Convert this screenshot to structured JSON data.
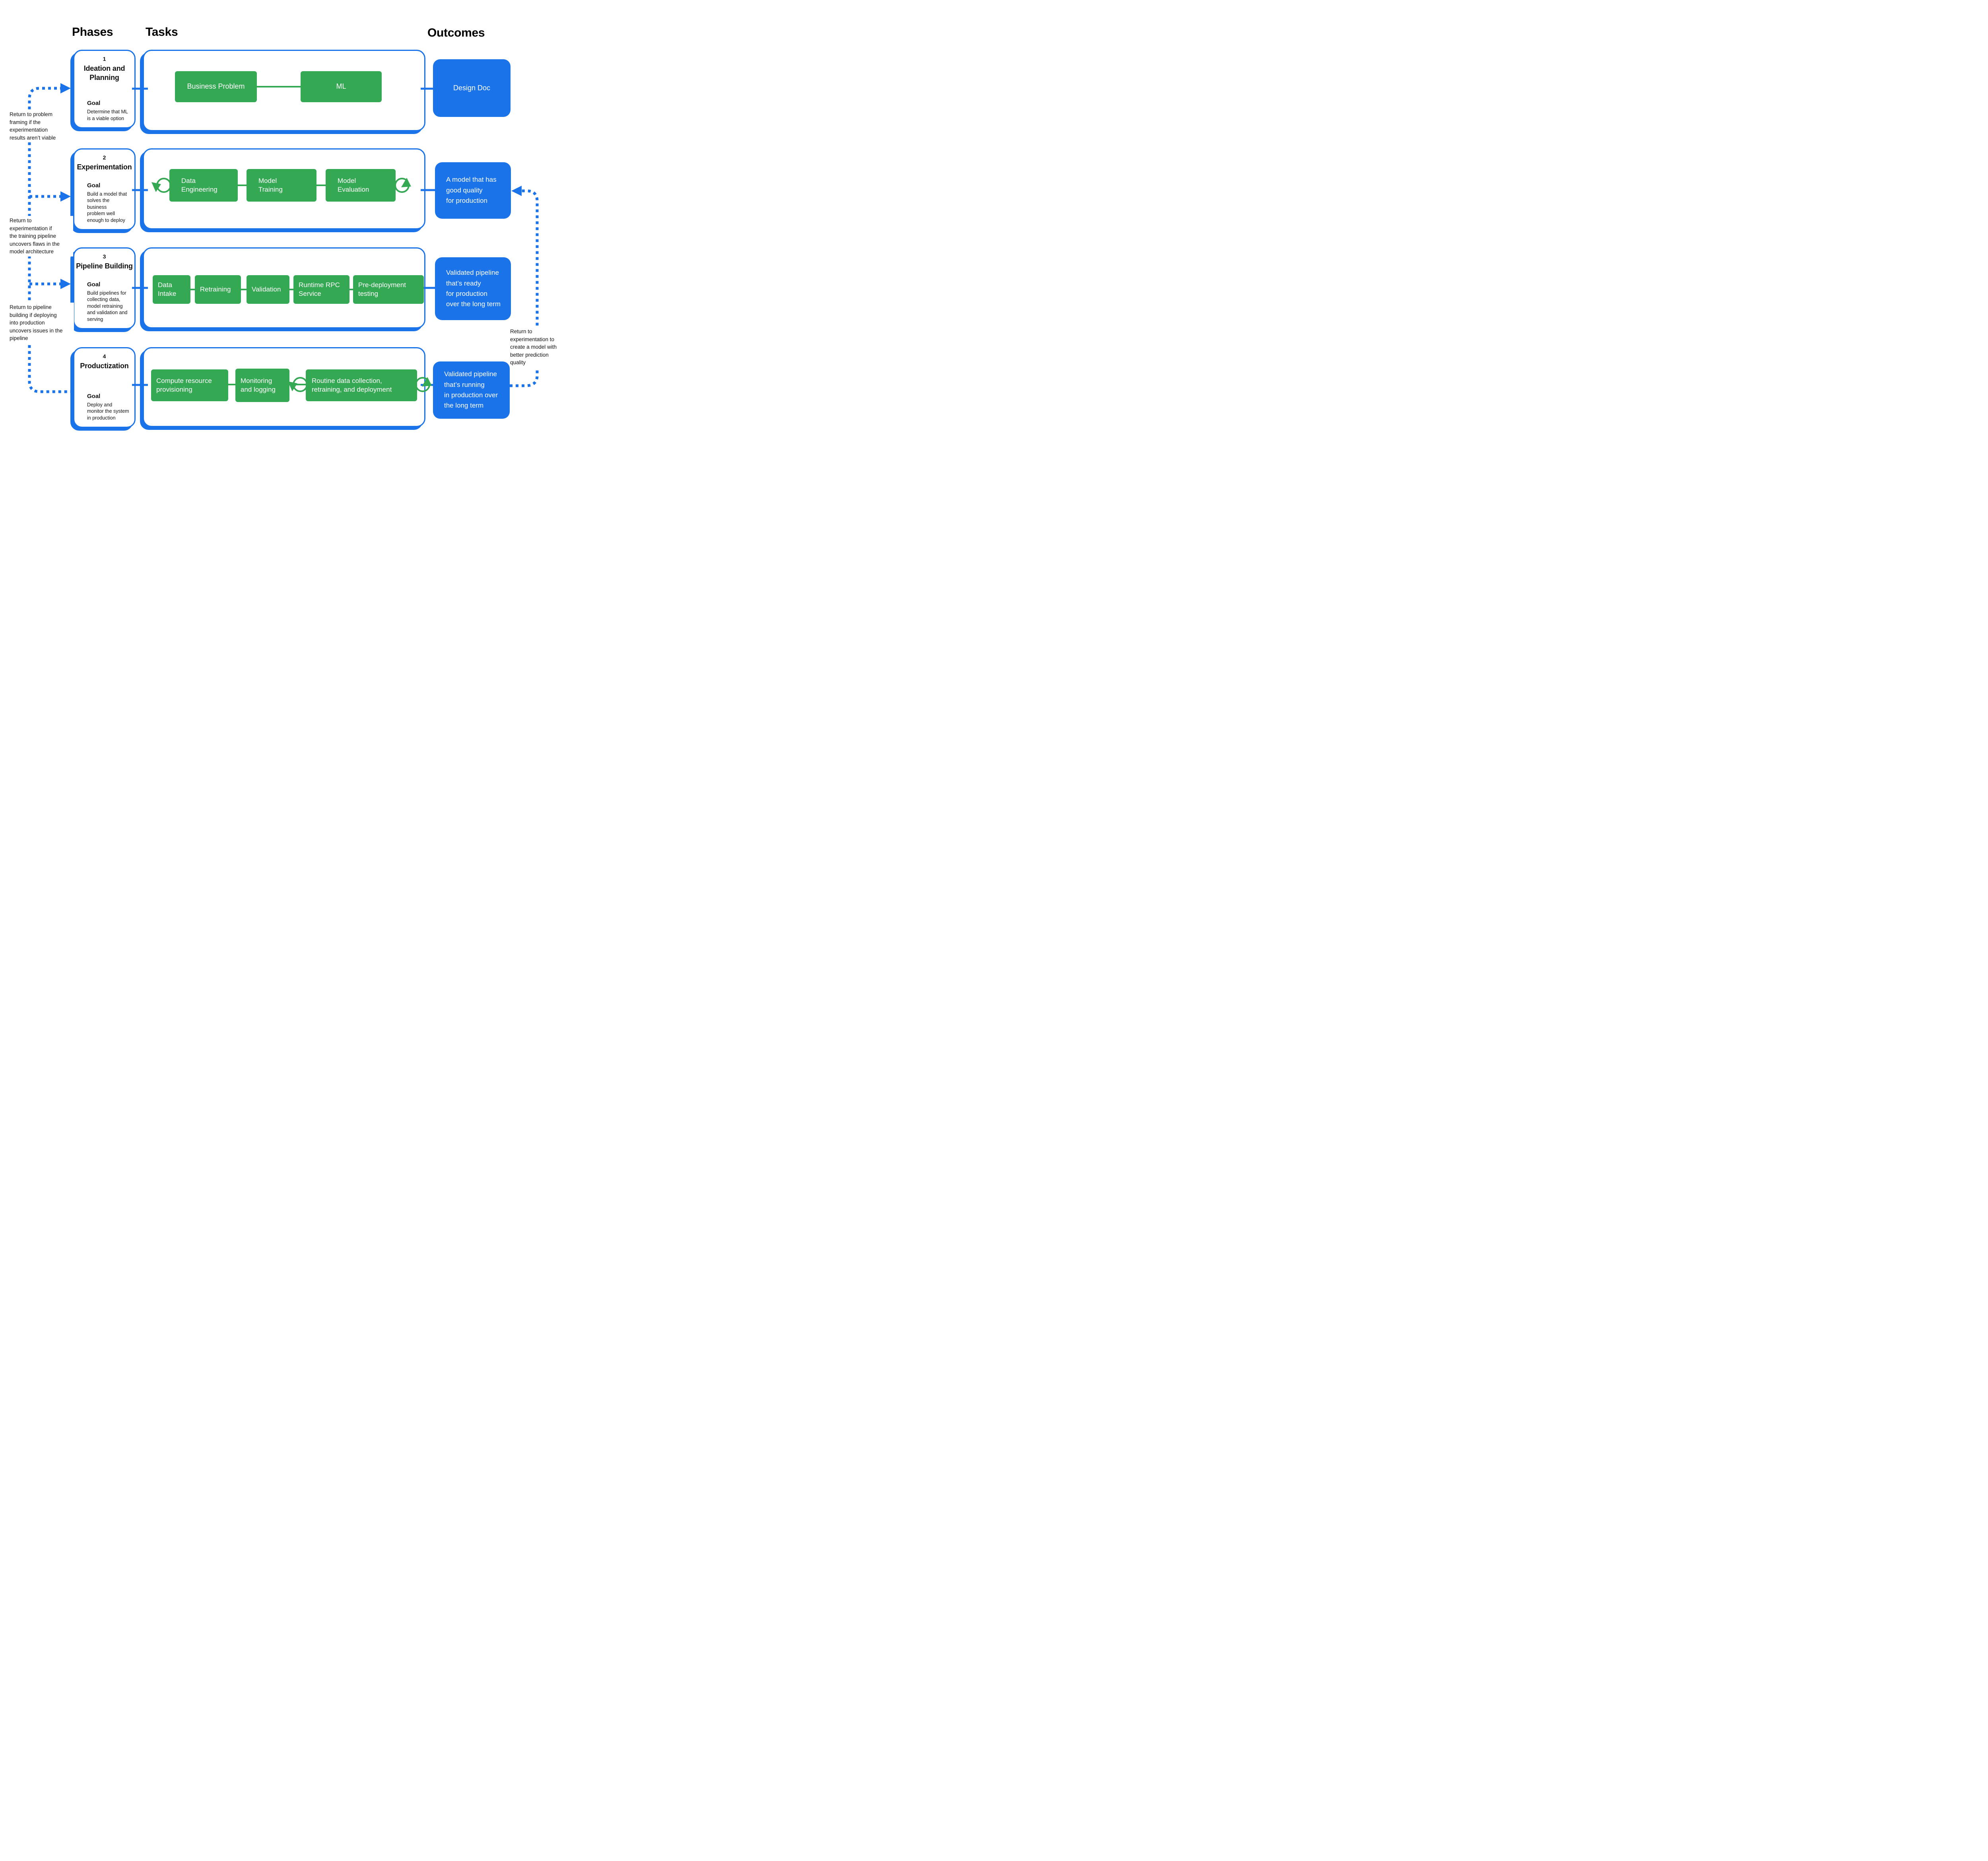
{
  "colors": {
    "blue": "#1a73e8",
    "green": "#34a853"
  },
  "headers": {
    "phases": "Phases",
    "tasks": "Tasks",
    "outcomes": "Outcomes"
  },
  "rows": [
    {
      "phase": {
        "number": "1",
        "title": "Ideation and\nPlanning",
        "goal_label": "Goal",
        "goal": "Determine that ML\nis a viable option"
      },
      "tasks": [
        {
          "label": "Business Problem"
        },
        {
          "label": "ML"
        }
      ],
      "outcome": {
        "text": "Design Doc"
      }
    },
    {
      "phase": {
        "number": "2",
        "title": "Experimentation",
        "goal_label": "Goal",
        "goal": "Build a model that\nsolves the business\nproblem well\nenough to deploy"
      },
      "tasks": [
        {
          "label": "Data\nEngineering"
        },
        {
          "label": "Model\nTraining"
        },
        {
          "label": "Model\nEvaluation"
        }
      ],
      "outcome": {
        "text": "A model that has\ngood quality\nfor production"
      }
    },
    {
      "phase": {
        "number": "3",
        "title": "Pipeline Building",
        "goal_label": "Goal",
        "goal": "Build pipelines for\ncollecting data,\nmodel retraining\nand validation and\nserving"
      },
      "tasks": [
        {
          "label": "Data\nIntake"
        },
        {
          "label": "Retraining"
        },
        {
          "label": "Validation"
        },
        {
          "label": "Runtime RPC\nService"
        },
        {
          "label": "Pre-deployment\ntesting"
        }
      ],
      "outcome": {
        "text": "Validated pipeline\nthat’s ready\nfor production\nover the long term"
      }
    },
    {
      "phase": {
        "number": "4",
        "title": "Productization",
        "goal_label": "Goal",
        "goal": "Deploy and\nmonitor the system\nin production"
      },
      "tasks": [
        {
          "label": "Compute resource\nprovisioning"
        },
        {
          "label": "Monitoring\nand logging"
        },
        {
          "label": "Routine data collection,\nretraining, and deployment"
        }
      ],
      "outcome": {
        "text": "Validated pipeline\nthat’s running\nin production over\nthe long term"
      }
    }
  ],
  "annotations": {
    "left1": "Return to problem\nframing if the\nexperimentation\nresults aren’t viable",
    "left2": "Return to\nexperimentation if\nthe training pipeline\nuncovers flaws in the\nmodel architecture",
    "left3": "Return to pipeline\nbuilding if deploying\ninto production\nuncovers issues in the\npipeline",
    "right": "Return to\nexperimentation to\ncreate a model with\nbetter prediction\nquality"
  }
}
